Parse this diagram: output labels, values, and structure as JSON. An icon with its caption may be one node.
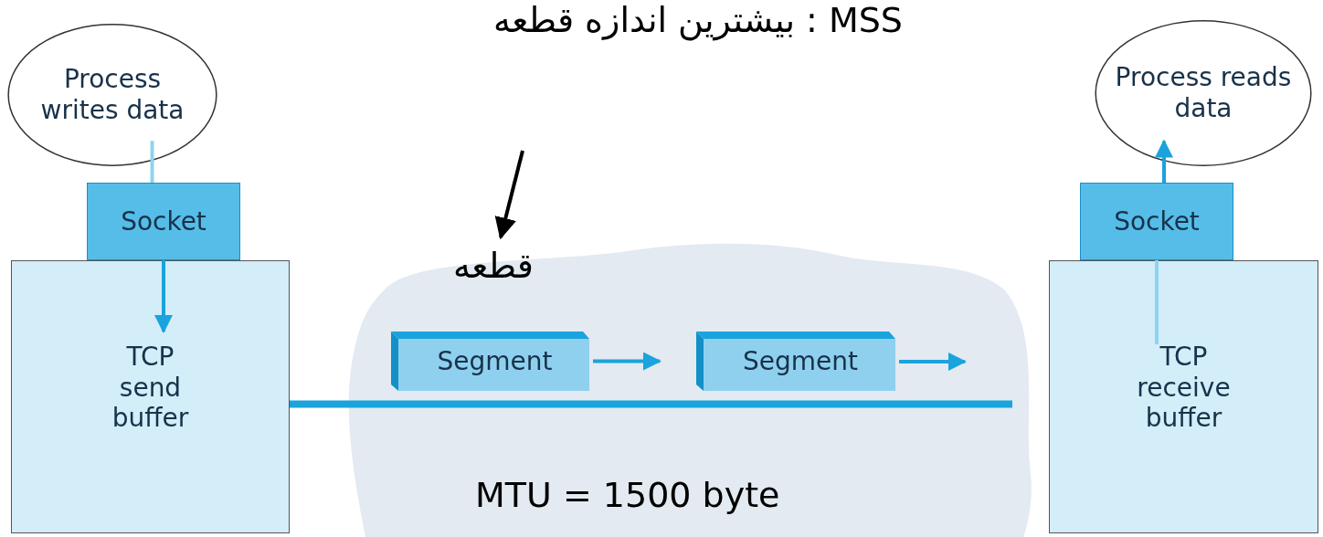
{
  "diagram": {
    "nodes": [
      {
        "text": [
          "Process writes data"
        ]
      },
      {
        "text": [
          "Process reads data"
        ]
      },
      {
        "text": [
          "Socket"
        ]
      },
      {
        "text": [
          "Socket"
        ]
      },
      {
        "text": [
          "TCP send buffer"
        ]
      },
      {
        "text": [],
        "shape": "cloud"
      },
      {
        "text": [
          "قطعه"
        ],
        "in": 5
      },
      {
        "text": [
          "Segment"
        ],
        "in": 5
      },
      {
        "text": [
          "Segment"
        ],
        "in": 5
      },
      {
        "text": [
          "TCP receive buffer"
        ]
      }
    ],
    "edges": [
      {
        "from": null,
        "to": 6,
        "arrow": "to",
        "color": "#000000"
      },
      {
        "from": 0,
        "to": 2,
        "arrow": "none",
        "color": "#8fd3f0"
      },
      {
        "from": 2,
        "to": 4,
        "arrow": "to"
      },
      {
        "from": 7,
        "to": 8,
        "arrow": "to"
      },
      {
        "from": 8,
        "to": null,
        "arrow": "to"
      },
      {
        "from": 4,
        "to": 9,
        "arrow": "none",
        "style": "thick"
      },
      {
        "from": 9,
        "to": 3,
        "arrow": "none",
        "color": "#8fd3f0"
      },
      {
        "from": 3,
        "to": 1,
        "arrow": "to"
      }
    ],
    "labels": [
      "بیشترین اندازه قطعه : MSS",
      "MTU = 1500 byte"
    ]
  }
}
